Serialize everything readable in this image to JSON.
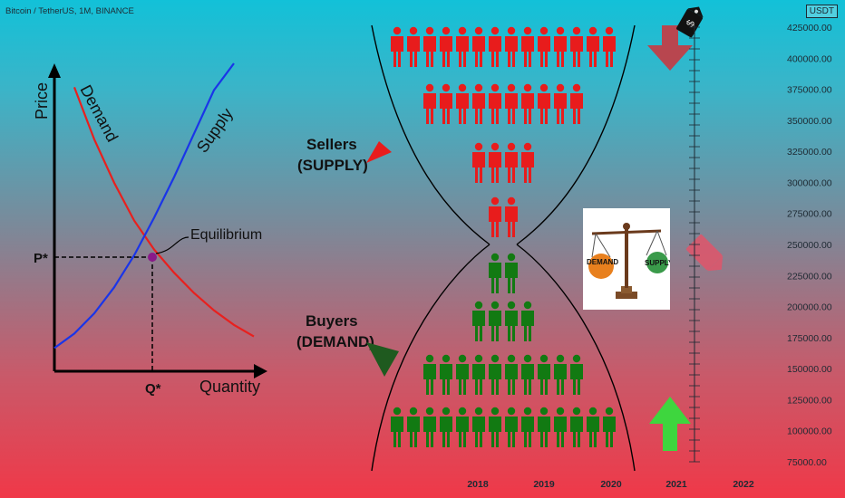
{
  "header": {
    "symbol": "Bitcoin / TetherUS, 1M, BINANCE",
    "currency": "USDT"
  },
  "chart_data": [
    {
      "type": "line",
      "title": "",
      "xlabel": "Quantity",
      "ylabel": "Price",
      "series": [
        {
          "name": "Demand",
          "color": "#e8201e",
          "x": [
            0.1,
            0.2,
            0.3,
            0.4,
            0.5,
            0.6,
            0.7,
            0.8,
            0.9,
            1.0
          ],
          "y": [
            0.98,
            0.8,
            0.65,
            0.52,
            0.42,
            0.34,
            0.27,
            0.21,
            0.16,
            0.12
          ]
        },
        {
          "name": "Supply",
          "color": "#1a35e8",
          "x": [
            0.0,
            0.1,
            0.2,
            0.3,
            0.4,
            0.5,
            0.6,
            0.7,
            0.8,
            0.9
          ],
          "y": [
            0.08,
            0.13,
            0.2,
            0.29,
            0.4,
            0.53,
            0.67,
            0.82,
            0.97,
            1.12
          ]
        }
      ],
      "equilibrium": {
        "label": "Equilibrium",
        "p_label": "P*",
        "q_label": "Q*"
      }
    },
    {
      "type": "line",
      "title": "",
      "y_axis_labels": [
        "425000.00",
        "400000.00",
        "375000.00",
        "350000.00",
        "325000.00",
        "300000.00",
        "275000.00",
        "250000.00",
        "225000.00",
        "200000.00",
        "175000.00",
        "150000.00",
        "125000.00",
        "100000.00",
        "75000.00"
      ],
      "x_axis_labels": [
        "2018",
        "2019",
        "2020",
        "2021",
        "2022"
      ],
      "ylim": [
        75000,
        425000
      ]
    }
  ],
  "infographic": {
    "sellers_label_1": "Sellers",
    "sellers_label_2": "(SUPPLY)",
    "buyers_label_1": "Buyers",
    "buyers_label_2": "(DEMAND)",
    "seller_rows": [
      14,
      10,
      4,
      2
    ],
    "buyer_rows": [
      2,
      4,
      10,
      14
    ],
    "seller_color": "#e81c1c",
    "buyer_color": "#127a12",
    "scale_left": "DEMAND",
    "scale_right": "SUPPLY",
    "down_arrow_color": "#b8464f",
    "up_arrow_color": "#3ed63e"
  }
}
